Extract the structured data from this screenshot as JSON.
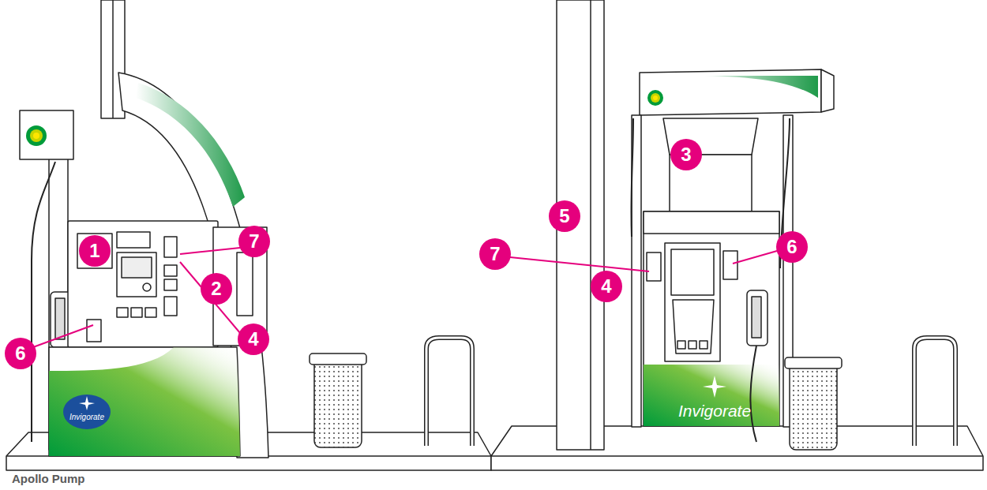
{
  "diagram": {
    "labels": [
      "1",
      "7",
      "2",
      "4",
      "6",
      "Invigorate",
      "Apollo Pump",
      "3",
      "5",
      "7",
      "6",
      "4",
      "Invigorate"
    ]
  }
}
